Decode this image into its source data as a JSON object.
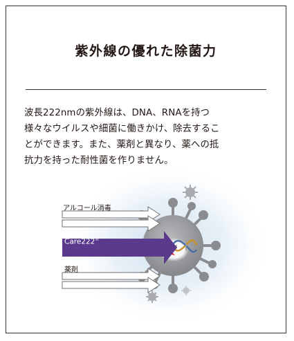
{
  "title": "紫外線の優れた除菌力",
  "body_lines": [
    "波長222nmの紫外線は、DNA、RNAを持つ",
    "様々なウイルスや細菌に働きかけ、除去するこ",
    "とができます。また、薬剤と異なり、薬への抵",
    "抗力を持った耐性菌を作りません。"
  ],
  "figure": {
    "arrow_alcohol_label": "アルコール消毒",
    "arrow_care_label": "Care222",
    "arrow_care_mark": "®",
    "arrow_drug_label": "薬剤"
  },
  "colors": {
    "care_arrow": "#5b3a8e",
    "glow": "#dbe8f3",
    "virus": "#8a8c8f",
    "virus_light": "#b8babc",
    "hit": "#e6141e",
    "dna_a": "#c8932a",
    "dna_b": "#4a6fa5",
    "text": "#231815"
  }
}
